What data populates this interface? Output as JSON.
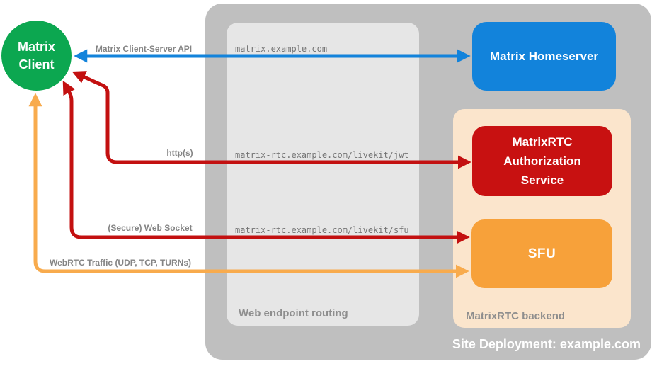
{
  "site": {
    "label": "Site Deployment: example.com"
  },
  "routing": {
    "label": "Web endpoint routing"
  },
  "backend": {
    "label": "MatrixRTC backend"
  },
  "nodes": {
    "client": {
      "label": "Matrix\nClient"
    },
    "homeserver": {
      "label": "Matrix Homeserver"
    },
    "auth_service": {
      "label": "MatrixRTC Authorization Service"
    },
    "sfu": {
      "label": "SFU"
    }
  },
  "connections": [
    {
      "label": "Matrix Client-Server API",
      "endpoint": "matrix.example.com",
      "color": "blue",
      "from": "matrix-client",
      "to": "matrix-homeserver",
      "bidirectional": true
    },
    {
      "label": "http(s)",
      "endpoint": "matrix-rtc.example.com/livekit/jwt",
      "color": "red",
      "from": "matrix-client",
      "to": "matrixrtc-authorization-service",
      "bidirectional": true
    },
    {
      "label": "(Secure) Web Socket",
      "endpoint": "matrix-rtc.example.com/livekit/sfu",
      "color": "red",
      "from": "matrix-client",
      "to": "sfu",
      "bidirectional": true
    },
    {
      "label": "WebRTC Traffic (UDP, TCP, TURNs)",
      "endpoint": "",
      "color": "orange",
      "from": "matrix-client",
      "to": "sfu",
      "bidirectional": true
    }
  ],
  "colors": {
    "client_green": "#0ca750",
    "homeserver_blue": "#1283db",
    "service_red": "#c81111",
    "sfu_orange": "#f7a13a",
    "arrow_orange": "#f8ab4d",
    "backend_peach": "#fbe5cc",
    "outer_gray": "#bfbfbf",
    "routing_gray": "#e6e6e6",
    "label_gray": "#848484"
  }
}
